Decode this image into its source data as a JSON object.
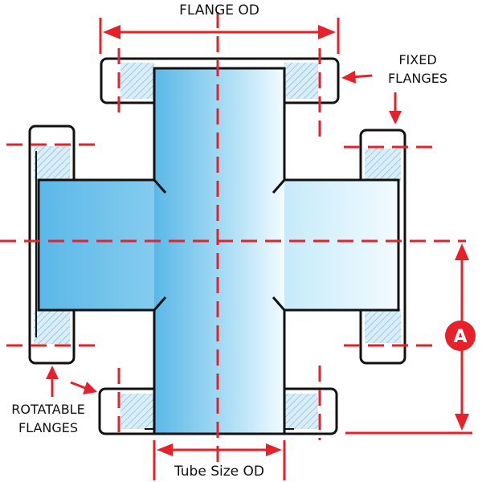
{
  "diagram": {
    "labels": {
      "flange_od": "FLANGE OD",
      "fixed_flanges_line1": "FIXED",
      "fixed_flanges_line2": "FLANGES",
      "rotatable_flanges_line1": "ROTATABLE",
      "rotatable_flanges_line2": "FLANGES",
      "tube_size_od": "Tube Size OD",
      "dimension_a": "A"
    },
    "colors": {
      "dimension": "#e8202a",
      "outline": "#111111",
      "tube_fill": "#5bb8e8",
      "flange_fill": "#ffffff"
    }
  }
}
